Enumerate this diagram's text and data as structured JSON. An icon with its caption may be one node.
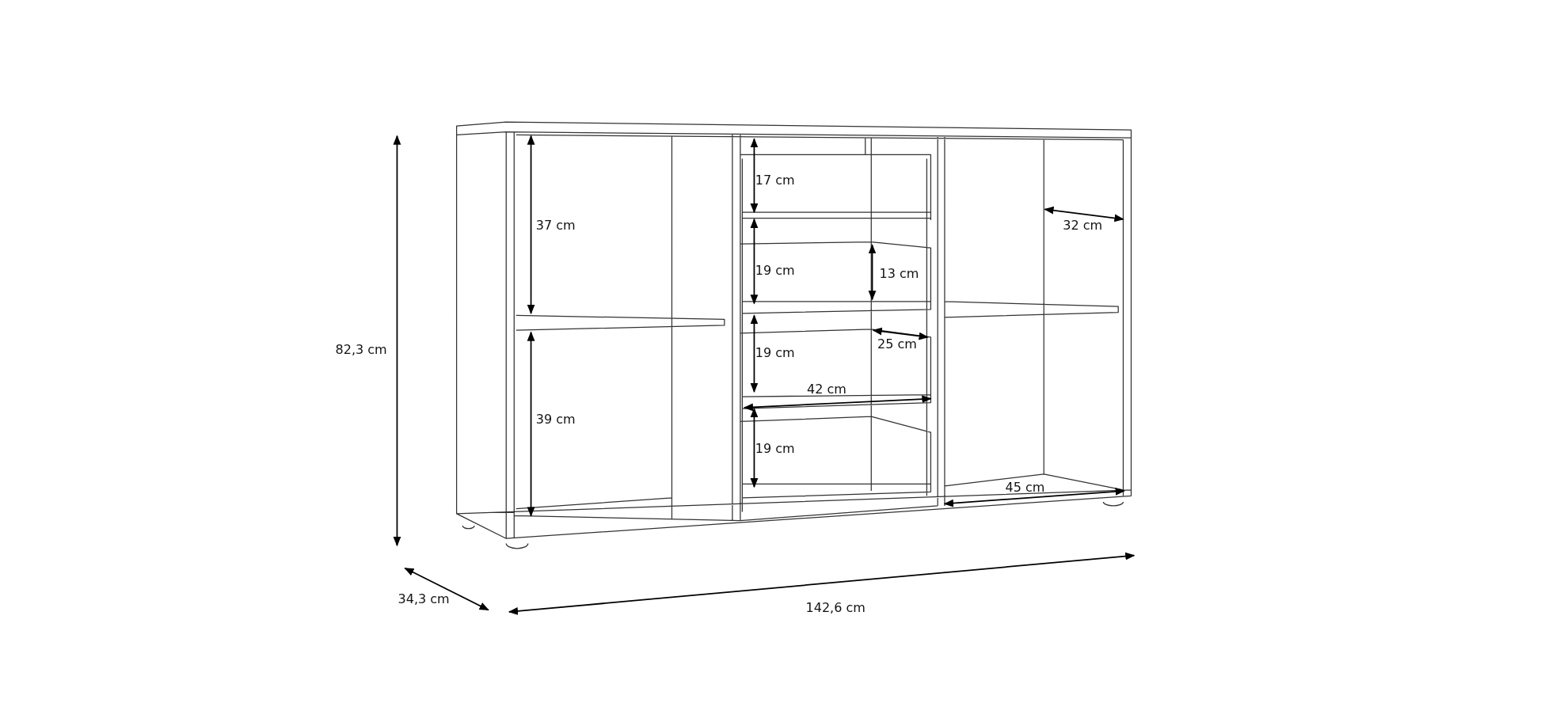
{
  "diagram": {
    "labels": [
      "17 cm",
      "32 cm",
      "37 cm",
      "19 cm",
      "13 cm",
      "25 cm",
      "82,3 cm",
      "19 cm",
      "42 cm",
      "39 cm",
      "19 cm",
      "45 cm",
      "34,3 cm",
      "142,6 cm"
    ]
  }
}
